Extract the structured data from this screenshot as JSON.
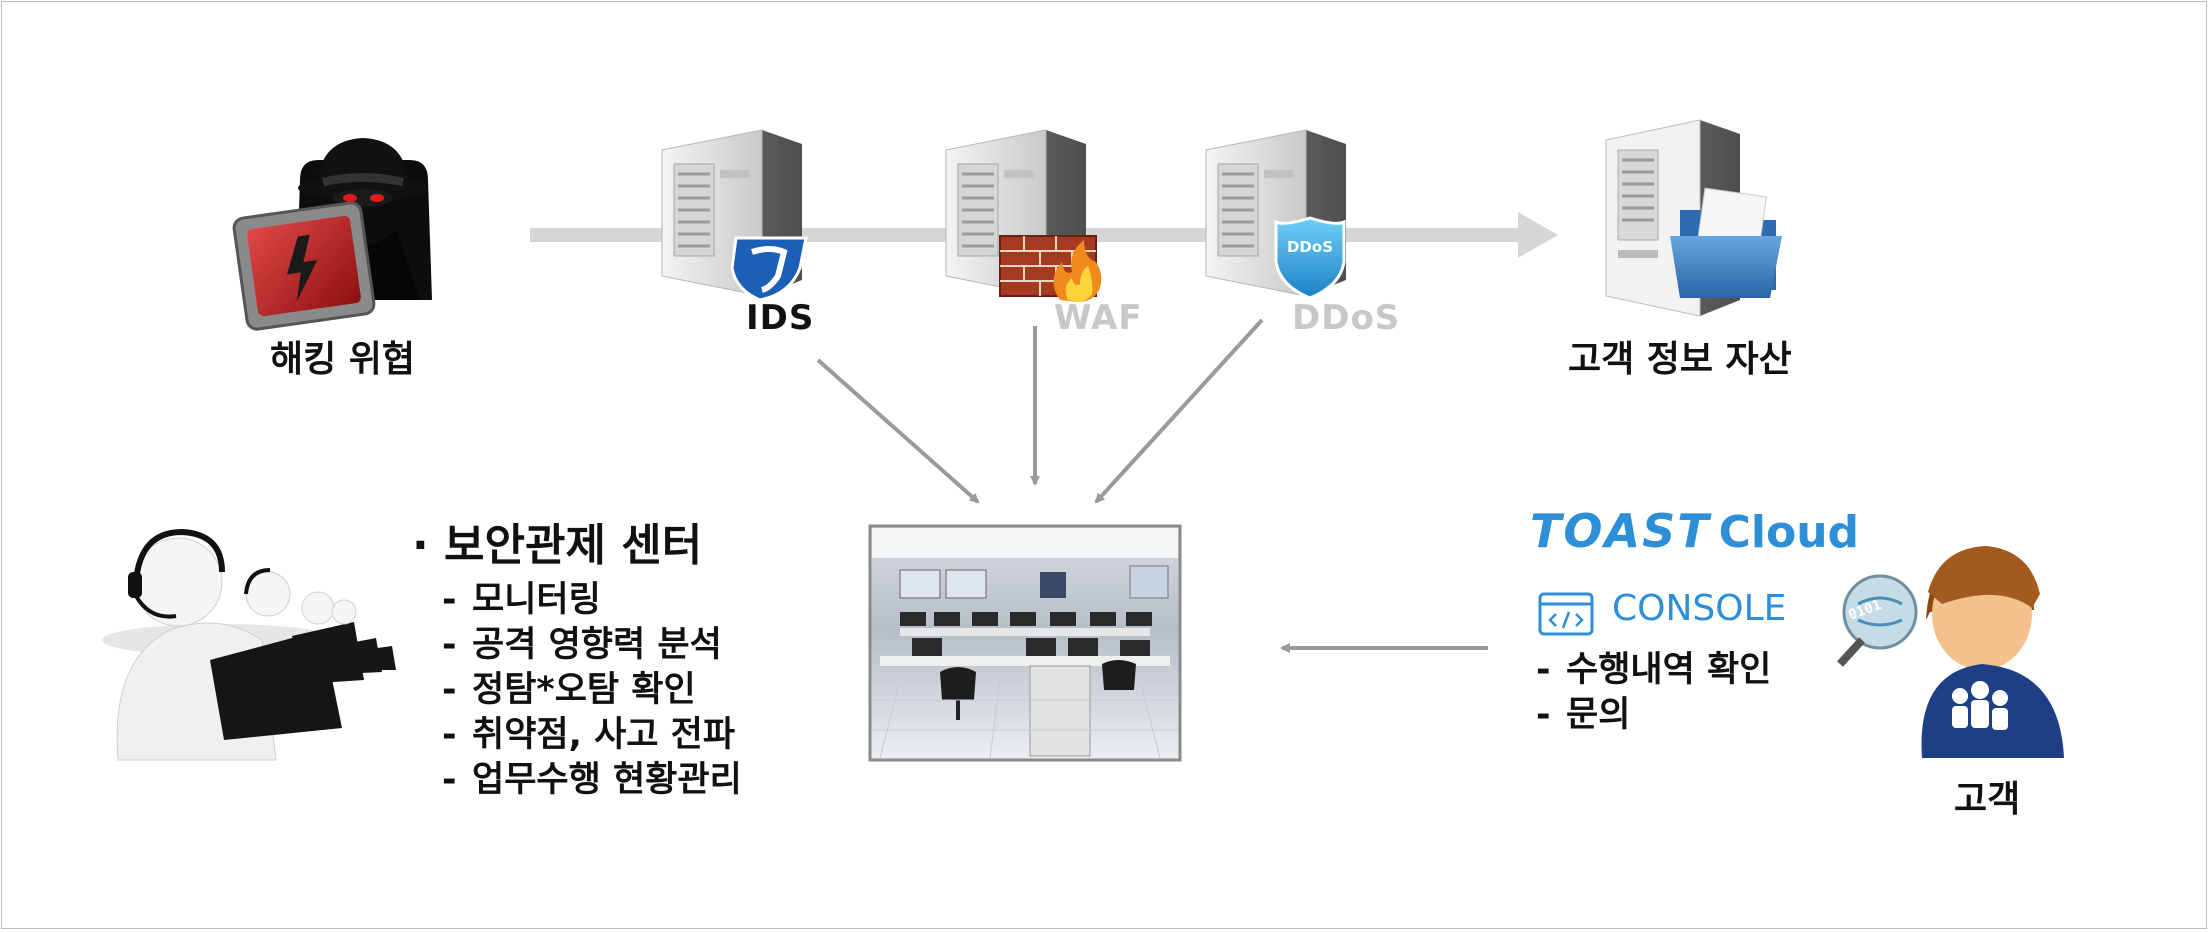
{
  "nodes": {
    "hacker": {
      "label": "해킹 위협"
    },
    "ids": {
      "label": "IDS"
    },
    "waf": {
      "label": "WAF"
    },
    "ddos": {
      "label": "DDoS",
      "badge": "DDoS"
    },
    "customer_assets": {
      "label": "고객 정보 자산"
    },
    "customer": {
      "label": "고객",
      "binary": "0101"
    }
  },
  "security_center": {
    "title": "· 보안관제 센터",
    "items": [
      "모니터링",
      "공격 영향력 분석",
      "정탐*오탐 확인",
      "취약점, 사고 전파",
      "업무수행 현황관리"
    ]
  },
  "customer_panel": {
    "brand_bold": "TOAST",
    "brand_light": "Cloud",
    "console": "CONSOLE",
    "items": [
      "수행내역 확인",
      "문의"
    ]
  },
  "colors": {
    "arrow_main": "#d6d6d6",
    "arrow_thin": "#9a9a9a",
    "toast_blue": "#2d8fd8",
    "ids_blue": "#1c5fb8",
    "label_gray": "#c8c8c8"
  }
}
